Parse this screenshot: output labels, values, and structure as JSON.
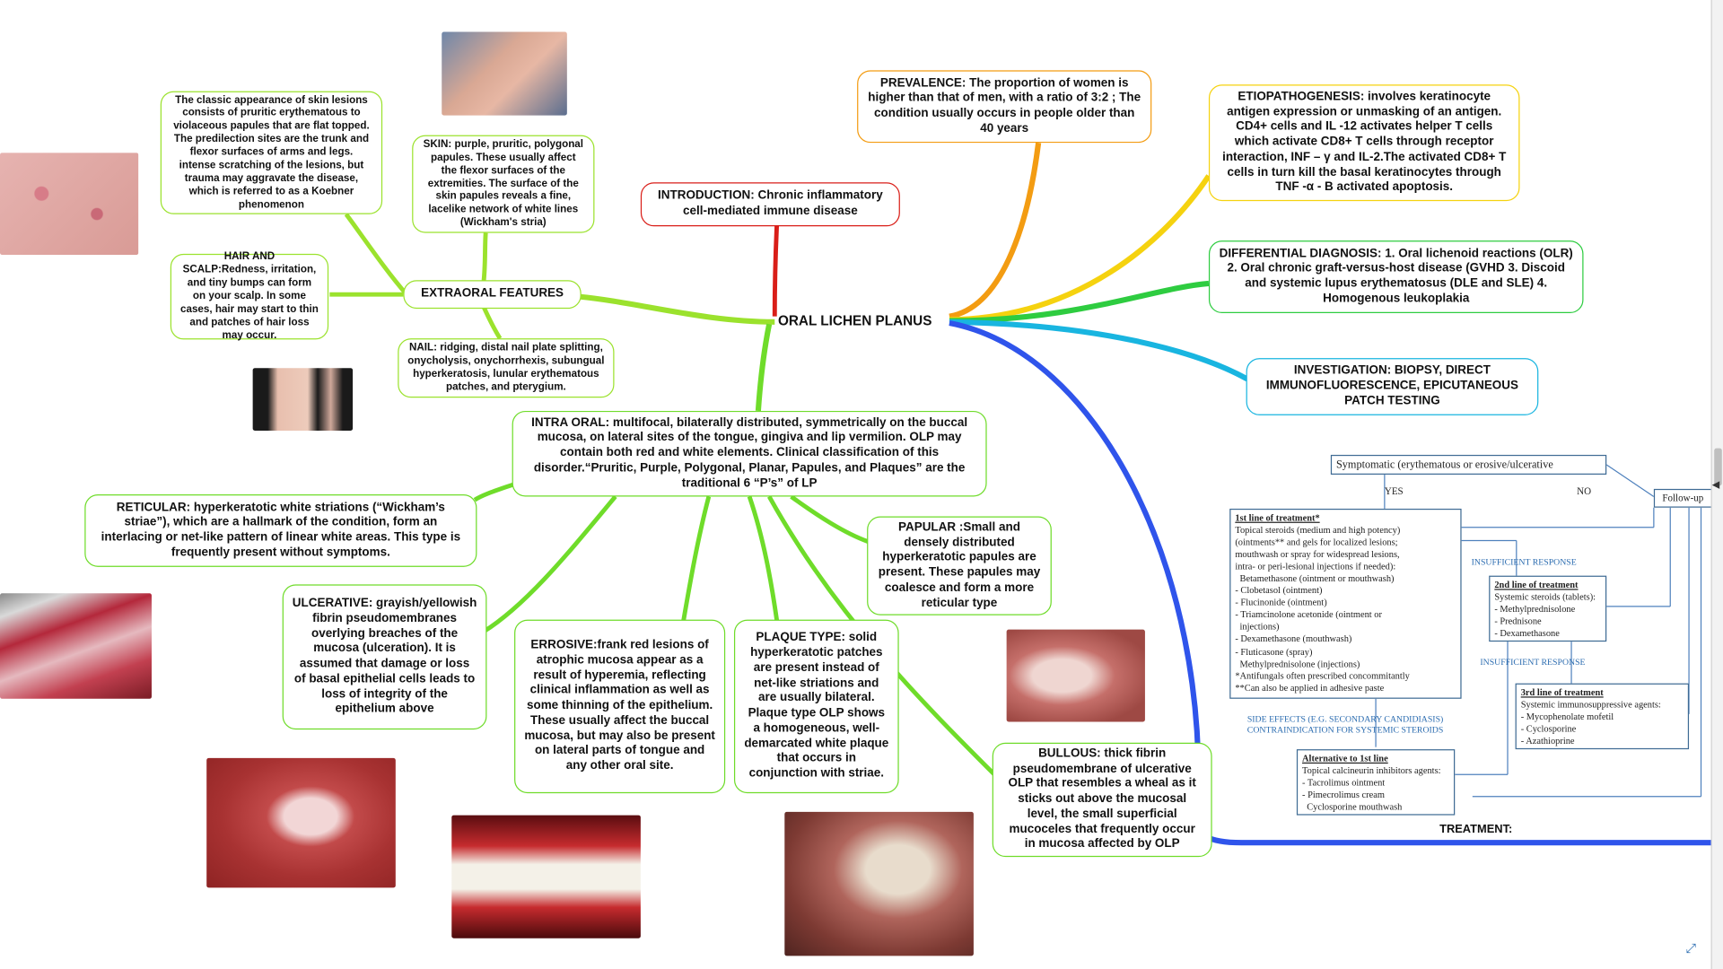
{
  "center": "ORAL LICHEN PLANUS",
  "introduction": "INTRODUCTION: Chronic inflammatory cell-mediated immune disease",
  "prevalence": "PREVALENCE: The proportion of women is higher than that of men, with a ratio of 3:2 ; The condition usually occurs in people older than 40 years",
  "etiopathogenesis": "ETIOPATHOGENESIS: involves keratinocyte antigen expression or unmasking of an antigen. CD4+ cells and IL -12 activates helper T cells which activate CD8+ T cells through receptor interaction, INF – γ and IL-2.The activated CD8+ T cells in turn kill the basal keratinocytes through TNF -α - B activated apoptosis.",
  "differential": "DIFFERENTIAL DIAGNOSIS: 1. Oral lichenoid reactions (OLR) 2. Oral chronic graft-versus-host disease (GVHD 3. Discoid and systemic lupus erythematosus (DLE and SLE) 4. Homogenous leukoplakia",
  "investigation": "INVESTIGATION: BIOPSY, DIRECT IMMUNOFLUORESCENCE, EPICUTANEOUS PATCH TESTING",
  "treatment_label": "TREATMENT:",
  "extraoral": {
    "title": "EXTRAORAL FEATURES",
    "classic": "The classic appearance of skin lesions consists of pruritic erythematous to violaceous papules that are flat topped. The predilection sites are the trunk and flexor surfaces of arms and legs. intense scratching of the lesions, but trauma may aggravate the disease, which is referred to as a Koebner phenomenon",
    "skin": "SKIN: purple, pruritic, polygonal papules. These usually affect the flexor surfaces of the extremities. The surface of the skin papules reveals a fine, lacelike network of white lines (Wickham's stria)",
    "hair": "HAIR AND SCALP:Redness, irritation, and tiny bumps can form on your scalp. In some cases, hair may start to thin and patches of hair loss may occur.",
    "nail": "NAIL: ridging, distal nail plate splitting, onycholysis, onychorrhexis, subungual hyperkeratosis, lunular erythematous patches, and pterygium."
  },
  "intraoral": {
    "title": "INTRA ORAL:  multifocal, bilaterally distributed, symmetrically on the buccal mucosa, on lateral sites of the tongue, gingiva and lip vermilion. OLP may contain both red and white elements. Clinical classification of this disorder.“Pruritic, Purple, Polygonal, Planar, Papules, and Plaques” are the traditional 6 “P’s” of LP",
    "reticular": "RETICULAR: hyperkeratotic white striations (“Wickham’s striae”), which are a hallmark of the condition, form an interlacing or net-like pattern of linear white areas. This type is frequently present without symptoms.",
    "ulcerative": "ULCERATIVE: grayish/yellowish fibrin pseudomembranes overlying breaches of the mucosa (ulceration). It is assumed that damage or loss of basal epithelial cells leads to loss of integrity of the epithelium above",
    "errosive": "ERROSIVE:frank red lesions of atrophic mucosa appear as a result of hyperemia, reflecting clinical inflammation as well as some thinning of the epithelium. These usually affect the buccal mucosa, but may also be present on lateral parts of tongue and any other oral site.",
    "plaque": "PLAQUE TYPE: solid hyperkeratotic patches are present instead of net-like striations and are usually bilateral. Plaque type OLP shows a homogeneous, well-demarcated white plaque that occurs in conjunction with striae.",
    "papular": "PAPULAR :Small and densely distributed hyperkeratotic papules are present. These papules may coalesce and form a more reticular type",
    "bullous": "BULLOUS: thick  fibrin pseudomembrane of ulcerative OLP that resembles a wheal as it sticks out above the mucosal level, the small superficial mucoceles that frequently occur in mucosa affected by OLP"
  },
  "treatment": {
    "symptomatic": "Symptomatic (erythematous or erosive/ulcerative",
    "yes": "YES",
    "no": "NO",
    "followup": "Follow-up",
    "first_title": "1st line of treatment*",
    "first_lines": [
      "Topical steroids (medium and high potency)",
      "(ointments** and gels for localized lesions;",
      "mouthwash or spray for widespread lesions,",
      "intra- or peri-lesional injections if needed):",
      "  Betamethasone (ointment or mouthwash)",
      "- Clobetasol (ointment)",
      "- Flucinonide (ointment)",
      "- Triamcinolone acetonide (ointment or",
      "  injections)",
      "- Dexamethasone (mouthwash)",
      "- Fluticasone (spray)",
      "  Methylprednisolone (injections)",
      "*Antifungals often prescribed concommitantly",
      "**Can also be applied in adhesive paste"
    ],
    "insufficient1": "INSUFFICIENT RESPONSE",
    "second_title": "2nd line of treatment",
    "second_lines": [
      "Systemic steroids (tablets):",
      "- Methylprednisolone",
      "- Prednisone",
      "- Dexamethasone"
    ],
    "insufficient2": "INSUFFICIENT RESPONSE",
    "third_title": "3rd line of treatment",
    "third_lines": [
      "Systemic immunosuppressive agents:",
      "- Mycophenolate mofetil",
      "- Cyclosporine",
      "- Azathioprine"
    ],
    "side_effects_1": "SIDE EFFECTS (E.G. SECONDARY CANDIDIASIS)",
    "side_effects_2": "CONTRAINDICATION FOR SYSTEMIC STEROIDS",
    "alt_title": "Alternative to 1st line",
    "alt_lines": [
      "Topical calcineurin inhibitors agents:",
      "- Tacrolimus ointment",
      "- Pimecrolimus cream",
      "  Cyclosporine mouthwash"
    ]
  },
  "colors": {
    "red": "#d91e18",
    "orange": "#f39c12",
    "yellow": "#f5d20f",
    "green": "#2ecc40",
    "teal": "#19b5e0",
    "blue": "#2f54eb",
    "lime": "#9be22d"
  }
}
